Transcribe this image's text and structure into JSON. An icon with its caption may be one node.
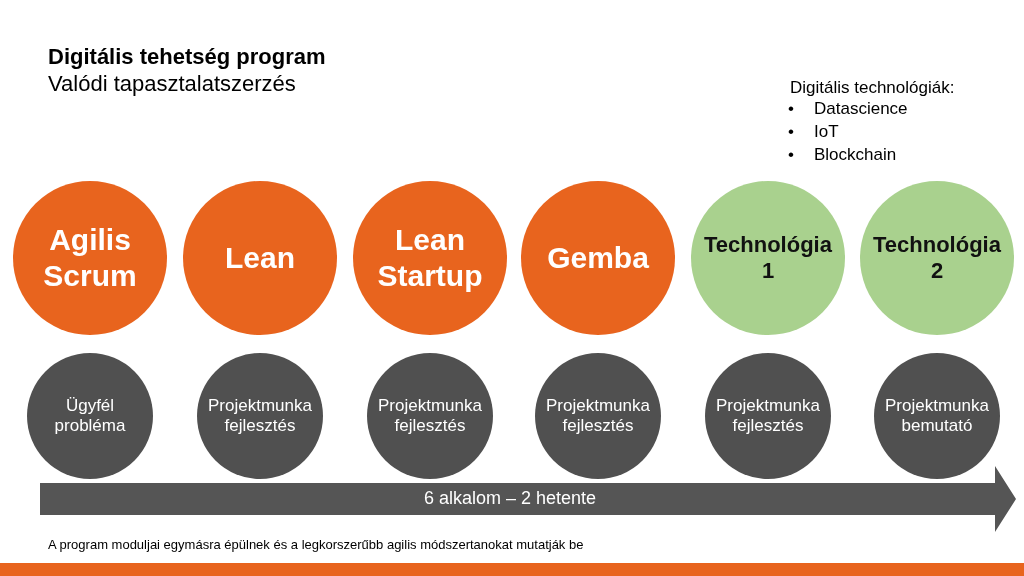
{
  "diagram": {
    "title": "Digitális tehetség program",
    "nodes": [
      {
        "text": [
          "Agilis Scrum"
        ]
      },
      {
        "text": [
          "Lean"
        ]
      },
      {
        "text": [
          "Lean Startup"
        ]
      },
      {
        "text": [
          "Gemba"
        ]
      },
      {
        "text": [
          "Technológia 1"
        ]
      },
      {
        "text": [
          "Technológia 2"
        ]
      },
      {
        "text": [
          "Ügyfél probléma"
        ]
      },
      {
        "text": [
          "Projektmunka fejlesztés"
        ]
      },
      {
        "text": [
          "Projektmunka fejlesztés"
        ]
      },
      {
        "text": [
          "Projektmunka fejlesztés"
        ]
      },
      {
        "text": [
          "Projektmunka fejlesztés"
        ]
      },
      {
        "text": [
          "Projektmunka bemutató"
        ]
      },
      {
        "text": [
          "6 alkalom – 2 hetente"
        ]
      }
    ],
    "edges": [],
    "labels": [
      "Valódi tapasztalatszerzés",
      "Digitális technológiák:",
      "•",
      "Datascience",
      "•",
      "IoT",
      "•",
      "Blockchain"
    ],
    "caption": "A program moduljai egymásra épülnek és a legkorszerűbb agilis módszertanokat mutatják be"
  }
}
